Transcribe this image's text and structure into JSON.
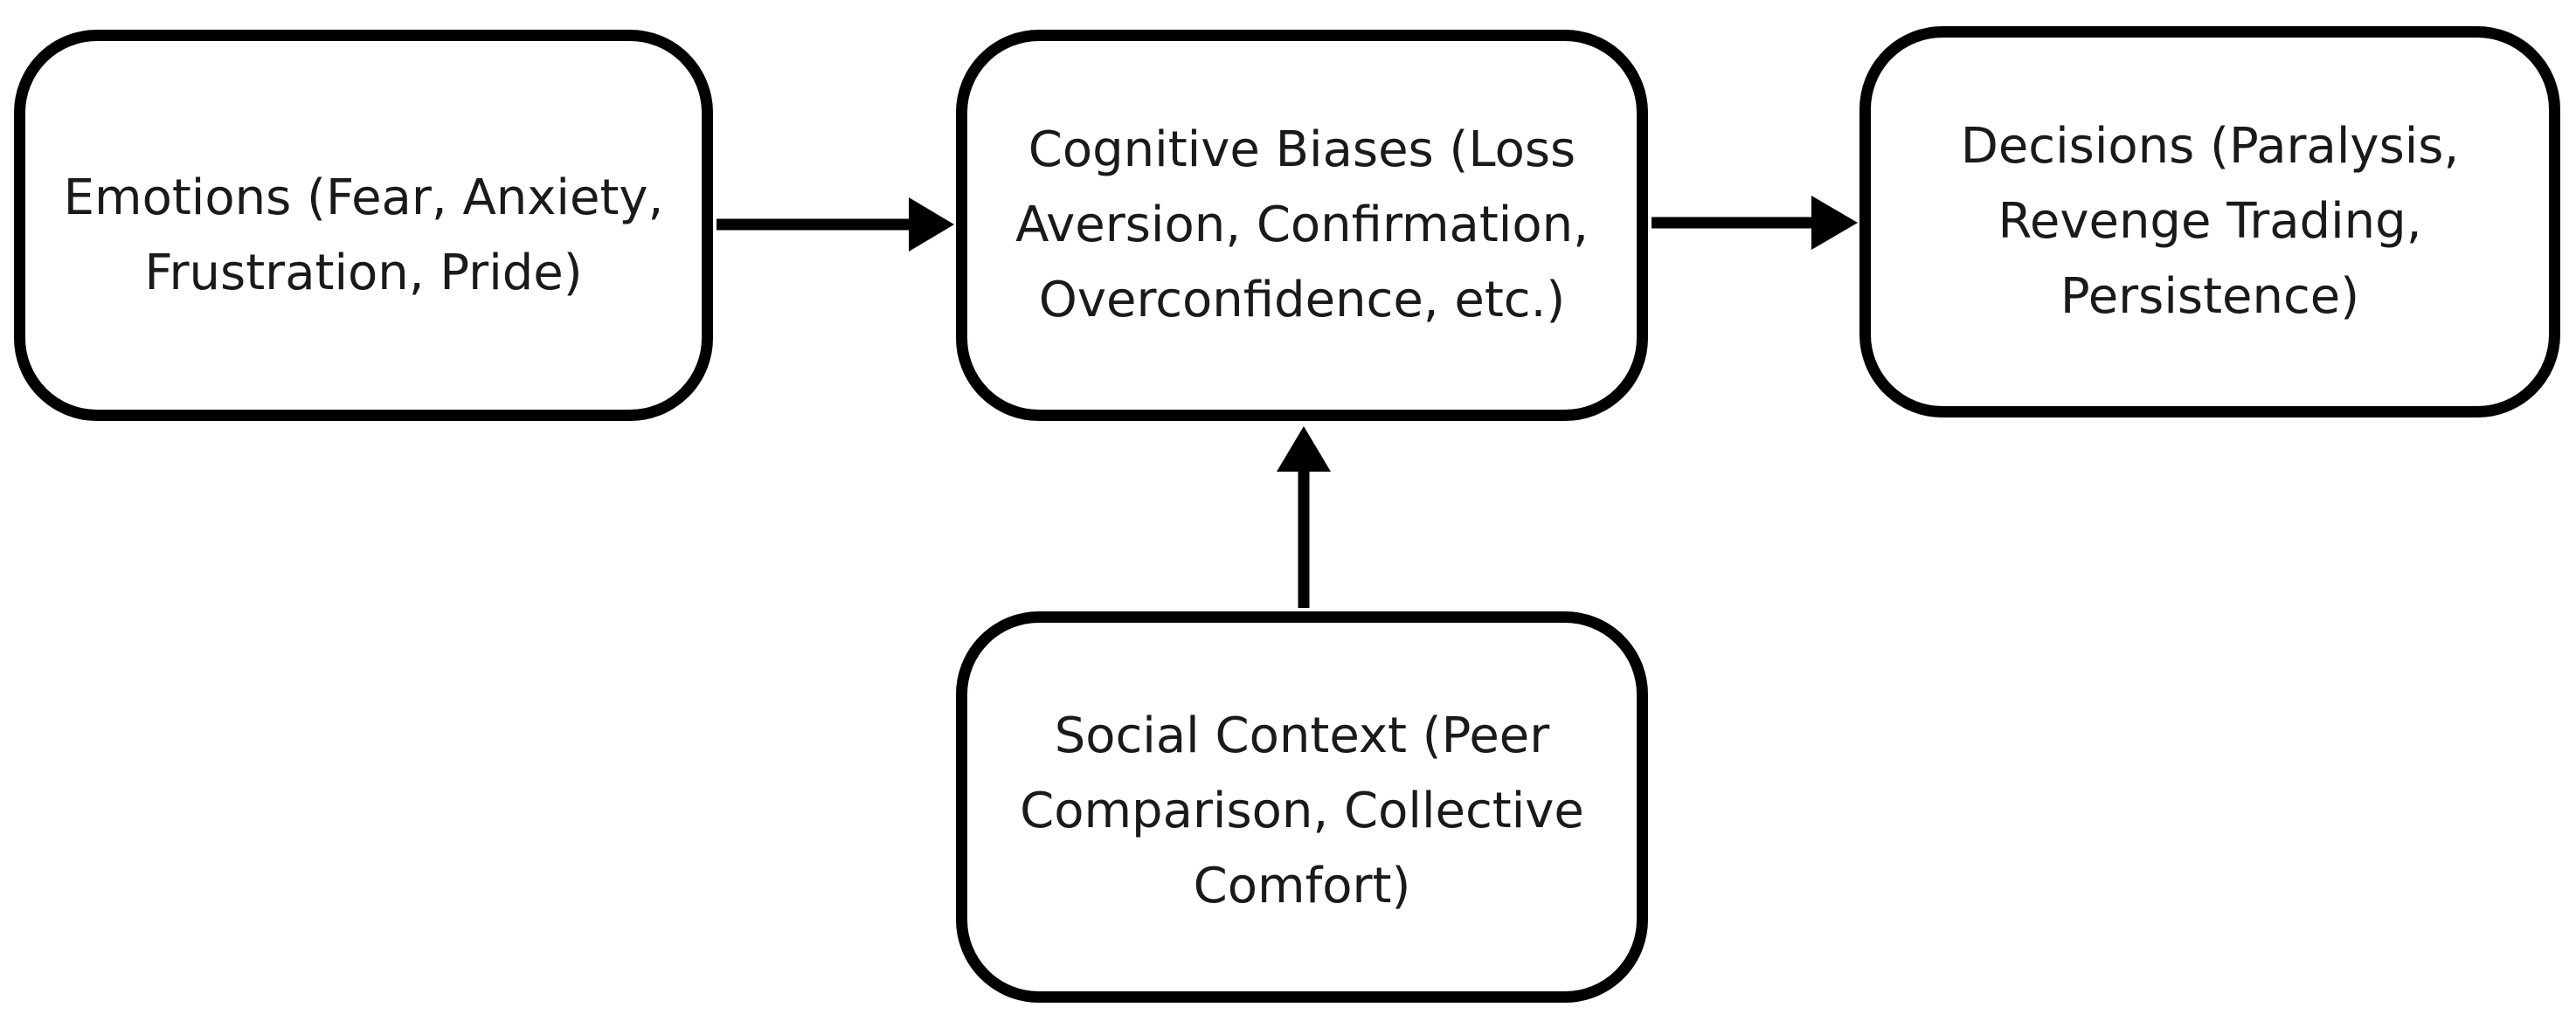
{
  "nodes": {
    "emotions": {
      "label": "Emotions (Fear, Anxiety,\nFrustration, Pride)"
    },
    "biases": {
      "label": "Cognitive Biases (Loss\nAversion, Confirmation,\nOverconfidence, etc.)"
    },
    "decisions": {
      "label": "Decisions (Paralysis,\nRevenge Trading,\nPersistence)"
    },
    "social": {
      "label": "Social Context (Peer\nComparison, Collective\nComfort)"
    }
  },
  "edges": [
    {
      "from": "emotions",
      "to": "biases"
    },
    {
      "from": "biases",
      "to": "decisions"
    },
    {
      "from": "social",
      "to": "biases"
    }
  ],
  "colors": {
    "stroke": "#000000",
    "background": "#ffffff",
    "text": "#1a1a1a"
  }
}
